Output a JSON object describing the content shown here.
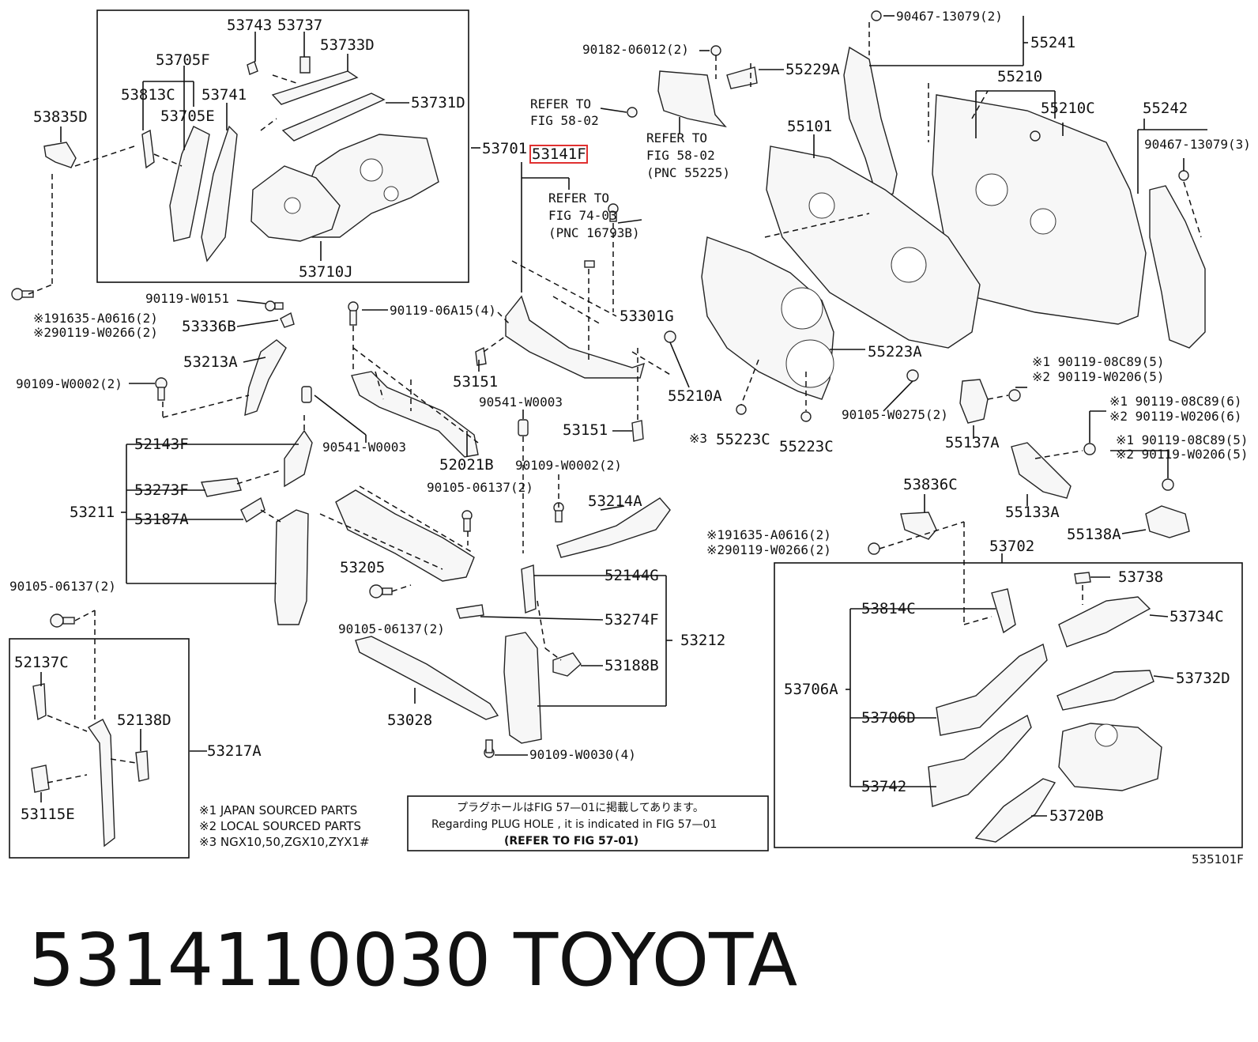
{
  "title_code": "5314110030",
  "title_brand": "TOYOTA",
  "figure_number": "535101F",
  "highlight": {
    "text": "53141F",
    "color": "#e03030"
  },
  "labels": [
    {
      "id": "53743",
      "text": "53743"
    },
    {
      "id": "53737",
      "text": "53737"
    },
    {
      "id": "53733D",
      "text": "53733D"
    },
    {
      "id": "53705F",
      "text": "53705F"
    },
    {
      "id": "53813C",
      "text": "53813C"
    },
    {
      "id": "53741",
      "text": "53741"
    },
    {
      "id": "53705E",
      "text": "53705E"
    },
    {
      "id": "53731D",
      "text": "53731D"
    },
    {
      "id": "53701",
      "text": "53701"
    },
    {
      "id": "53710J",
      "text": "53710J"
    },
    {
      "id": "53835D",
      "text": "53835D"
    },
    {
      "id": "n191635a",
      "text": "※191635-A0616(2)"
    },
    {
      "id": "n290119",
      "text": "※290119-W0266(2)"
    },
    {
      "id": "90119-W0151",
      "text": "90119-W0151"
    },
    {
      "id": "53336B",
      "text": "53336B"
    },
    {
      "id": "53213A",
      "text": "53213A"
    },
    {
      "id": "90109-W0002a",
      "text": "90109-W0002(2)"
    },
    {
      "id": "52143F",
      "text": "52143F"
    },
    {
      "id": "53273F",
      "text": "53273F"
    },
    {
      "id": "53211",
      "text": "53211"
    },
    {
      "id": "53187A",
      "text": "53187A"
    },
    {
      "id": "90105-06137a",
      "text": "90105-06137(2)"
    },
    {
      "id": "52137C",
      "text": "52137C"
    },
    {
      "id": "52138D",
      "text": "52138D"
    },
    {
      "id": "53217A",
      "text": "53217A"
    },
    {
      "id": "53115E",
      "text": "53115E"
    },
    {
      "id": "90119-06A15",
      "text": "90119-06A15(4)"
    },
    {
      "id": "90541-W0003a",
      "text": "90541-W0003"
    },
    {
      "id": "52021B",
      "text": "52021B"
    },
    {
      "id": "90105-06137b",
      "text": "90105-06137(2)"
    },
    {
      "id": "53205",
      "text": "53205"
    },
    {
      "id": "90105-06137c",
      "text": "90105-06137(2)"
    },
    {
      "id": "53028",
      "text": "53028"
    },
    {
      "id": "90182",
      "text": "90182-06012(2)"
    },
    {
      "id": "refer58a1",
      "text": "REFER TO"
    },
    {
      "id": "refer58a2",
      "text": "FIG 58-02"
    },
    {
      "id": "refer74_1",
      "text": "REFER TO"
    },
    {
      "id": "refer74_2",
      "text": "FIG 74-03"
    },
    {
      "id": "refer74_3",
      "text": "(PNC 16793B)"
    },
    {
      "id": "53301G",
      "text": "53301G"
    },
    {
      "id": "53151a",
      "text": "53151"
    },
    {
      "id": "90541-W0003b",
      "text": "90541-W0003"
    },
    {
      "id": "53151b",
      "text": "53151"
    },
    {
      "id": "90109-W0002b",
      "text": "90109-W0002(2)"
    },
    {
      "id": "53214A",
      "text": "53214A"
    },
    {
      "id": "52144G",
      "text": "52144G"
    },
    {
      "id": "53274F",
      "text": "53274F"
    },
    {
      "id": "53212",
      "text": "53212"
    },
    {
      "id": "53188B",
      "text": "53188B"
    },
    {
      "id": "90109-W0030",
      "text": "90109-W0030(4)"
    },
    {
      "id": "refer58b1",
      "text": "REFER TO"
    },
    {
      "id": "refer58b2",
      "text": "FIG 58-02"
    },
    {
      "id": "refer58b3",
      "text": "(PNC 55225)"
    },
    {
      "id": "55229A",
      "text": "55229A"
    },
    {
      "id": "90467a",
      "text": "90467-13079(2)"
    },
    {
      "id": "55241",
      "text": "55241"
    },
    {
      "id": "55210",
      "text": "55210"
    },
    {
      "id": "55210C",
      "text": "55210C"
    },
    {
      "id": "55242",
      "text": "55242"
    },
    {
      "id": "90467b",
      "text": "90467-13079(3)"
    },
    {
      "id": "55101",
      "text": "55101"
    },
    {
      "id": "55210A",
      "text": "55210A"
    },
    {
      "id": "55223A",
      "text": "55223A"
    },
    {
      "id": "n3",
      "text": "※3"
    },
    {
      "id": "55223Ca",
      "text": "55223C"
    },
    {
      "id": "55223Cb",
      "text": "55223C"
    },
    {
      "id": "90105-W0275",
      "text": "90105-W0275(2)"
    },
    {
      "id": "55137A",
      "text": "55137A"
    },
    {
      "id": "n190119_08c89a",
      "text": "※1 90119-08C89(5)"
    },
    {
      "id": "n290119_w0206a",
      "text": "※2 90119-W0206(5)"
    },
    {
      "id": "n190119_08c89b",
      "text": "※1 90119-08C89(6)"
    },
    {
      "id": "n290119_w0206b",
      "text": "※2 90119-W0206(6)"
    },
    {
      "id": "n190119_08c89c",
      "text": "※1 90119-08C89(5)"
    },
    {
      "id": "n290119_w0206c",
      "text": "※2 90119-W0206(5)"
    },
    {
      "id": "55133A",
      "text": "55133A"
    },
    {
      "id": "55138A",
      "text": "55138A"
    },
    {
      "id": "53836C",
      "text": "53836C"
    },
    {
      "id": "n191635b",
      "text": "※191635-A0616(2)"
    },
    {
      "id": "n290119b",
      "text": "※290119-W0266(2)"
    },
    {
      "id": "53702",
      "text": "53702"
    },
    {
      "id": "53738",
      "text": "53738"
    },
    {
      "id": "53814C",
      "text": "53814C"
    },
    {
      "id": "53734C",
      "text": "53734C"
    },
    {
      "id": "53706A",
      "text": "53706A"
    },
    {
      "id": "53732D",
      "text": "53732D"
    },
    {
      "id": "53706D",
      "text": "53706D"
    },
    {
      "id": "53742",
      "text": "53742"
    },
    {
      "id": "53720B",
      "text": "53720B"
    }
  ],
  "notes": [
    "※1 JAPAN SOURCED PARTS",
    "※2 LOCAL SOURCED PARTS",
    "※3 NGX10,50,ZGX10,ZYX1#"
  ],
  "plug_hole": {
    "jp": "プラグホールはFIG 57—01に掲載してあります。",
    "en": "Regarding  PLUG  HOLE , it is indicated in FIG  57—01",
    "refer": "(REFER  TO  FIG 57-01)"
  }
}
